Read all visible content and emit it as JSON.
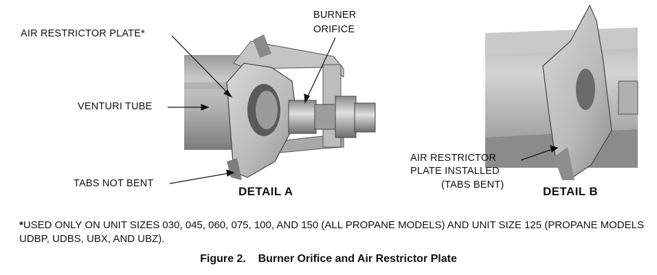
{
  "labels": {
    "air_restrictor_plate": "AIR RESTRICTOR PLATE*",
    "burner_orifice_line1": "BURNER",
    "burner_orifice_line2": "ORIFICE",
    "venturi_tube": "VENTURI TUBE",
    "tabs_not_bent": "TABS NOT BENT",
    "installed_line1": "AIR RESTRICTOR",
    "installed_line2": "PLATE INSTALLED",
    "installed_line3": "(TABS BENT)"
  },
  "details": {
    "a": "DETAIL A",
    "b": "DETAIL B"
  },
  "footnote": {
    "marker": "*",
    "text": "USED ONLY ON UNIT SIZES 030, 045, 060, 075, 100, AND 150 (ALL PROPANE MODELS) AND UNIT SIZE 125 (PROPANE MODELS UDBP, UDBS, UBX, AND UBZ)."
  },
  "caption": "Figure 2.    Burner Orifice and Air Restrictor Plate"
}
